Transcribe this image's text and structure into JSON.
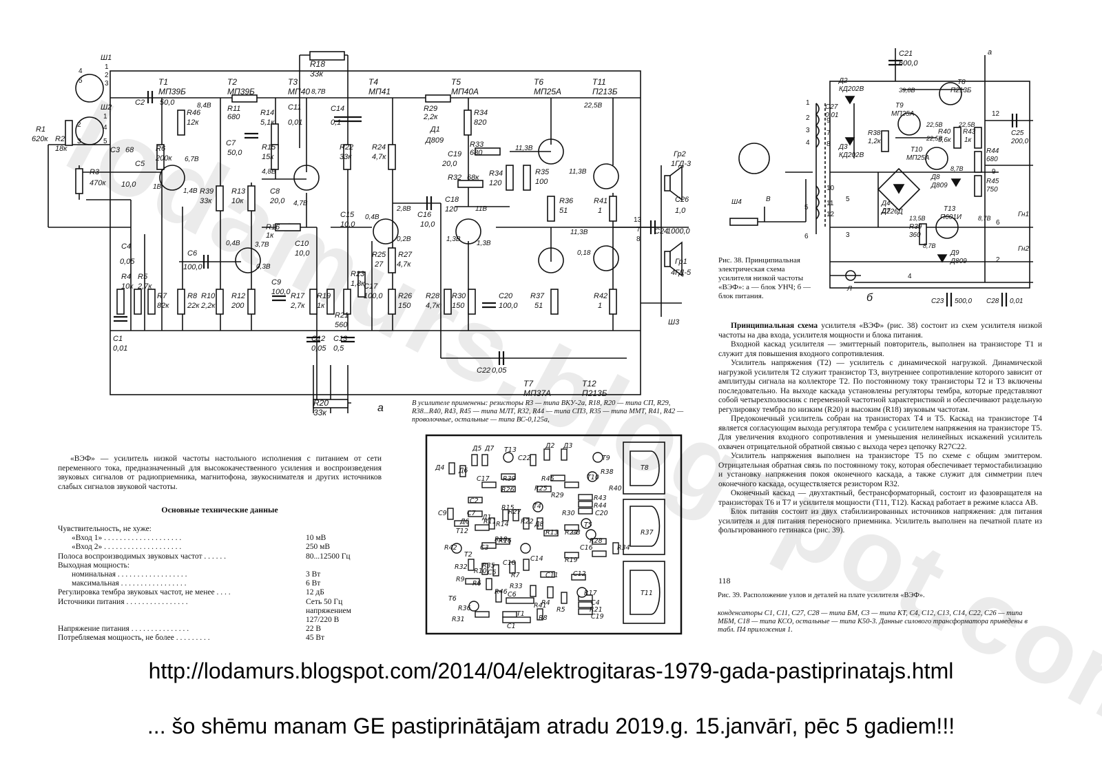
{
  "watermark": "lodamurs.blogspot.com",
  "schematic_a": {
    "letter": "а",
    "transistors": [
      "T1 МП39Б",
      "T2 МП39Б",
      "T3 МП40",
      "T4 МП41",
      "T5 МП40А",
      "T6 МП25А",
      "T11 П213Б",
      "T7 МП37А",
      "T12 П213Б"
    ],
    "components": [
      {
        "label": "R18 33к"
      },
      {
        "label": "С2"
      },
      {
        "label": "50,0"
      },
      {
        "label": "R46"
      },
      {
        "label": "12к"
      },
      {
        "label": "R11 680"
      },
      {
        "label": "R14"
      },
      {
        "label": "5,1к"
      },
      {
        "label": "С11"
      },
      {
        "label": "0,01"
      },
      {
        "label": "С14"
      },
      {
        "label": "0,1"
      },
      {
        "label": "R29 2,2к"
      },
      {
        "label": "R34"
      },
      {
        "label": "820"
      },
      {
        "label": "Д1"
      },
      {
        "label": "Д809"
      },
      {
        "label": "R22"
      },
      {
        "label": "33к"
      },
      {
        "label": "R24"
      },
      {
        "label": "4,7к"
      },
      {
        "label": "R33 680"
      },
      {
        "label": "С19"
      },
      {
        "label": "20,0"
      },
      {
        "label": "R32"
      },
      {
        "label": "68к"
      },
      {
        "label": "R34"
      },
      {
        "label": "120"
      },
      {
        "label": "R35"
      },
      {
        "label": "100"
      },
      {
        "label": "R36"
      },
      {
        "label": "51"
      },
      {
        "label": "R41"
      },
      {
        "label": "1"
      },
      {
        "label": "С7"
      },
      {
        "label": "50,0"
      },
      {
        "label": "R15"
      },
      {
        "label": "15к"
      },
      {
        "label": "R6"
      },
      {
        "label": "200к"
      },
      {
        "label": "С3"
      },
      {
        "label": "68"
      },
      {
        "label": "С5"
      },
      {
        "label": "R3"
      },
      {
        "label": "470к"
      },
      {
        "label": "10,0"
      },
      {
        "label": "R39"
      },
      {
        "label": "33к"
      },
      {
        "label": "R13"
      },
      {
        "label": "10к"
      },
      {
        "label": "С8"
      },
      {
        "label": "20,0"
      },
      {
        "label": "R16 1к"
      },
      {
        "label": "С15"
      },
      {
        "label": "10,0"
      },
      {
        "label": "С16"
      },
      {
        "label": "10,0"
      },
      {
        "label": "С18"
      },
      {
        "label": "120"
      },
      {
        "label": "С4"
      },
      {
        "label": "0,05"
      },
      {
        "label": "С6"
      },
      {
        "label": "100,0"
      },
      {
        "label": "С10"
      },
      {
        "label": "10,0"
      },
      {
        "label": "R4"
      },
      {
        "label": "10к"
      },
      {
        "label": "R5"
      },
      {
        "label": "2,7к"
      },
      {
        "label": "R7"
      },
      {
        "label": "82к"
      },
      {
        "label": "R8"
      },
      {
        "label": "22к"
      },
      {
        "label": "R10"
      },
      {
        "label": "2,2к"
      },
      {
        "label": "R12"
      },
      {
        "label": "200"
      },
      {
        "label": "С9"
      },
      {
        "label": "100,0"
      },
      {
        "label": "R17"
      },
      {
        "label": "2,7к"
      },
      {
        "label": "R19"
      },
      {
        "label": "1к"
      },
      {
        "label": "R21"
      },
      {
        "label": "560"
      },
      {
        "label": "R23"
      },
      {
        "label": "1,8к"
      },
      {
        "label": "С17"
      },
      {
        "label": "100,0"
      },
      {
        "label": "R25"
      },
      {
        "label": "27"
      },
      {
        "label": "R27"
      },
      {
        "label": "4,7к"
      },
      {
        "label": "R26"
      },
      {
        "label": "150"
      },
      {
        "label": "R28"
      },
      {
        "label": "4,7к"
      },
      {
        "label": "R30"
      },
      {
        "label": "150"
      },
      {
        "label": "С20"
      },
      {
        "label": "100,0"
      },
      {
        "label": "R37"
      },
      {
        "label": "51"
      },
      {
        "label": "R42"
      },
      {
        "label": "1"
      },
      {
        "label": "С1"
      },
      {
        "label": "0,01"
      },
      {
        "label": "С12"
      },
      {
        "label": "0,05"
      },
      {
        "label": "С13"
      },
      {
        "label": "0,5"
      },
      {
        "label": "С22"
      },
      {
        "label": "0,05"
      },
      {
        "label": "R20 33к"
      },
      {
        "label": "Гр2"
      },
      {
        "label": "1ГД-3"
      },
      {
        "label": "С26"
      },
      {
        "label": "1,0"
      },
      {
        "label": "С24"
      },
      {
        "label": "1000,0"
      },
      {
        "label": "Гр1"
      },
      {
        "label": "4ГД-5"
      },
      {
        "label": "Ш3"
      },
      {
        "label": "Ш1"
      },
      {
        "label": "Ш2"
      },
      {
        "label": "R1"
      },
      {
        "label": "620к"
      },
      {
        "label": "R2"
      },
      {
        "label": "18к"
      }
    ],
    "voltages": [
      "8,4В",
      "8,7В",
      "6,7В",
      "1В",
      "1,4В",
      "4,8В",
      "4,7В",
      "0,4В",
      "3,7В",
      "0,3В",
      "0,4В",
      "2,8В",
      "0,2В",
      "1,3В",
      "1,3В",
      "11В",
      "11,3В",
      "11,3В",
      "11,3В",
      "22,5В",
      "0,18"
    ],
    "pins": [
      "1",
      "2",
      "3",
      "4",
      "5",
      "1",
      "2",
      "3",
      "4",
      "5",
      "13",
      "7",
      "8"
    ]
  },
  "schematic_b": {
    "letter": "б",
    "components": [
      {
        "label": "С21"
      },
      {
        "label": "600,0"
      },
      {
        "label": "Д2"
      },
      {
        "label": "КД202В"
      },
      {
        "label": "С27"
      },
      {
        "label": "0,01"
      },
      {
        "label": "Д3"
      },
      {
        "label": "КД202В"
      },
      {
        "label": "T8"
      },
      {
        "label": "П213Б"
      },
      {
        "label": "T9"
      },
      {
        "label": "МП25А"
      },
      {
        "label": "R38"
      },
      {
        "label": "1,2к"
      },
      {
        "label": "R40"
      },
      {
        "label": "5,6к"
      },
      {
        "label": "R43"
      },
      {
        "label": "1к"
      },
      {
        "label": "R44"
      },
      {
        "label": "680"
      },
      {
        "label": "R45"
      },
      {
        "label": "750"
      },
      {
        "label": "T10"
      },
      {
        "label": "МП25А"
      },
      {
        "label": "Д8"
      },
      {
        "label": "Д809"
      },
      {
        "label": "С25"
      },
      {
        "label": "200,0"
      },
      {
        "label": "Д4-Д7"
      },
      {
        "label": "Д226Д"
      },
      {
        "label": "T13"
      },
      {
        "label": "П601И"
      },
      {
        "label": "R39"
      },
      {
        "label": "360"
      },
      {
        "label": "Д9"
      },
      {
        "label": "Д809"
      },
      {
        "label": "С23"
      },
      {
        "label": "500,0"
      },
      {
        "label": "С28"
      },
      {
        "label": "0,01"
      },
      {
        "label": "Ш4"
      },
      {
        "label": "В"
      },
      {
        "label": "Л"
      },
      {
        "label": "Гн1"
      },
      {
        "label": "Гн2"
      },
      {
        "label": "а"
      }
    ],
    "voltages": [
      "39,8В",
      "22,5В",
      "22,5В",
      "22,5В",
      "8,7В",
      "13,5В",
      "8,7В",
      "8,7В"
    ],
    "pins": [
      "1",
      "2",
      "3",
      "4",
      "5",
      "6",
      "7",
      "8",
      "9",
      "10",
      "11",
      "12",
      "5",
      "3",
      "12",
      "9",
      "6",
      "2",
      "4"
    ]
  },
  "caption_fig38": "Рис. 38. Принципиальная электрическая схема усилителя низкой частоты «ВЭФ»: а — блок УНЧ; б — блок питания.",
  "parts_note": "В усилителе применены: резисторы R3 — типа ВКУ-2а, R18, R20 — типа СП, R29, R38...R40, R43, R45 — типа МЛТ, R32, R44 — типа СП3, R35 — типа ММТ, R41, R42 — проволочные, остальные — типа ВС-0,125а,",
  "intro": "«ВЭФ» — усилитель низкой частоты настольного исполнения с питанием от сети переменного тока, предназначенный для высококачественного усиления и воспроизведения звуковых сигналов от радиоприемника, магнитофона, звукоснимателя и других источников слабых сигналов звуковой частоты.",
  "specs": {
    "heading": "Основные технические данные",
    "rows": [
      {
        "label": "Чувствительность, не хуже:",
        "value": ""
      },
      {
        "label": "«Вход 1» . . . . . . . . . . . . . . . . . . . .",
        "value": "10 мВ",
        "indent": true
      },
      {
        "label": "«Вход 2» . . . . . . . . . . . . . . . . . . . .",
        "value": "250 мВ",
        "indent": true
      },
      {
        "label": "Полоса воспроизводимых звуковых частот . . . . . .",
        "value": "80...12500 Гц"
      },
      {
        "label": "Выходная мощность:",
        "value": ""
      },
      {
        "label": "номинальная . . . . . . . . . . . . . . . . . .",
        "value": "3 Вт",
        "indent": true
      },
      {
        "label": "максимальная . . . . . . . . . . . . . . . . .",
        "value": "6 Вт",
        "indent": true
      },
      {
        "label": "Регулировка тембра звуковых частот, не менее . . . .",
        "value": "12 дБ"
      },
      {
        "label": "Источники питания . . . . . . . . . . . . . . . .",
        "value": "Сеть 50 Гц"
      },
      {
        "label": "",
        "value": "напряжением"
      },
      {
        "label": "",
        "value": "127/220 В"
      },
      {
        "label": "Напряжение питания . . . . . . . . . . . . . . .",
        "value": "22 В"
      },
      {
        "label": "Потребляемая мощность, не более . . . . . . . . .",
        "value": "45 Вт"
      }
    ]
  },
  "pcb": {
    "labels": [
      "Д5",
      "Д7",
      "T13",
      "С22",
      "Д2",
      "Д3",
      "T9",
      "Д4",
      "Д6",
      "R38",
      "T8",
      "С17",
      "R39",
      "R45",
      "T10",
      "С2",
      "R26",
      "R25",
      "R40",
      "R29",
      "R43",
      "R44",
      "С9",
      "С7",
      "Д1",
      "R15",
      "R27",
      "T4",
      "R30",
      "С20",
      "Д6",
      "R11",
      "R14",
      "R22",
      "Д8",
      "T5",
      "С8",
      "R37",
      "T12",
      "R18",
      "R13",
      "R24",
      "С16",
      "R42",
      "T2",
      "С3",
      "R16",
      "R28",
      "R34",
      "R35",
      "С10",
      "С14",
      "R19",
      "R32",
      "R10",
      "С5",
      "R9",
      "R7",
      "С11",
      "С12",
      "R33",
      "R6",
      "R46",
      "R17",
      "Т6",
      "С6",
      "С4",
      "R36",
      "T1",
      "R41",
      "R4",
      "R5",
      "R21",
      "С19",
      "R31",
      "R8",
      "С1",
      "T11"
    ],
    "caption": "Рис. 39. Расположение узлов и деталей на плате усилителя «ВЭФ»."
  },
  "description": {
    "p1_lead": "Принципиальная схема",
    "p1": " усилителя «ВЭФ» (рис. 38) состоит из схем усилителя низкой частоты на два входа, усилителя мощности и блока питания.",
    "p2": "Входной каскад усилителя — эмиттерный повторитель, выполнен на транзисторе T1 и служит для повышения входного сопротивления.",
    "p3": "Усилитель напряжения (T2) — усилитель с динамической нагрузкой. Динамической нагрузкой усилителя T2 служит транзистор T3, внутреннее сопротивление которого зависит от амплитуды сигнала на коллекторе T2. По постоянному току транзисторы T2 и T3 включены последовательно. На выходе каскада установлены регуляторы тембра, которые представляют собой четырехполюсник с переменной частотной характеристикой и обеспечивают раздельную регулировку тембра по низким (R20) и высоким (R18) звуковым частотам.",
    "p4": "Предоконечный усилитель собран на транзисторах T4 и T5. Каскад на транзисторе T4 является согласующим выхода регулятора тембра с усилителем напряжения на транзисторе T5. Для увеличения входного сопротивления и уменьшения нелинейных искажений усилитель охвачен отрицательной обратной связью с выхода через цепочку R27C22.",
    "p5": "Усилитель напряжения выполнен на транзисторе T5 по схеме с общим эмиттером. Отрицательная обратная связь по постоянному току, которая обеспечивает термостабилизацию и установку напряжения покоя оконечного каскада, а также служит для симметрии плеч оконечного каскада, осуществляется резистором R32.",
    "p6": "Оконечный каскад — двухтактный, бестрансформаторный, состоит из фазовращателя на транзисторах T6 и T7 и усилителя мощности (T11, T12). Каскад работает в режиме класса АВ.",
    "p7": "Блок питания состоит из двух стабилизированных источников напряжения: для питания усилителя и для питания переносного приемника. Усилитель выполнен на печатной плате из фольгированного гетинакса (рис. 39).",
    "page_number": "118"
  },
  "capacitor_note": "конденсаторы С1, С11, С27, С28 — типа БМ, С3 — типа КТ, С4, С12, С13, С14, С22, С26 — типа МБМ, С18 — типа КСО, остальные — типа К50-3. Данные силового трансформатора приведены в табл. П4 приложения 1.",
  "footer": {
    "url": "http://lodamurs.blogspot.com/2014/04/elektrogitaras-1979-gada-pastiprinatajs.html",
    "note": "... šo shēmu manam GE pastiprinātājam atradu 2019.g. 15.janvārī, pēc 5 gadiem!!!"
  }
}
